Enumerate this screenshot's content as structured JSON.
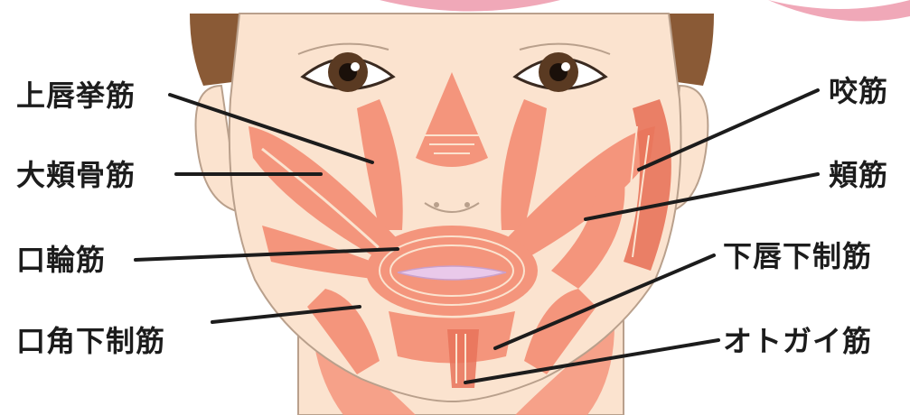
{
  "labels": {
    "levator_labii": "上唇挙筋",
    "zygomaticus": "大頬骨筋",
    "orbicularis": "口輪筋",
    "depressor_anguli": "口角下制筋",
    "masseter": "咬筋",
    "buccinator": "頬筋",
    "depressor_labii": "下唇下制筋",
    "mentalis": "オトガイ筋"
  },
  "colors": {
    "skin": "#fbe3cf",
    "skin_outline": "#b9a08c",
    "muscle": "#f4957c",
    "muscle_dark": "#e8735a",
    "hair": "#8a5a36",
    "lips": "#e9c9ea",
    "pink_bg": "#f0a8b8",
    "leader_line": "#1c1c1c",
    "label_text": "#1c1c1c"
  }
}
